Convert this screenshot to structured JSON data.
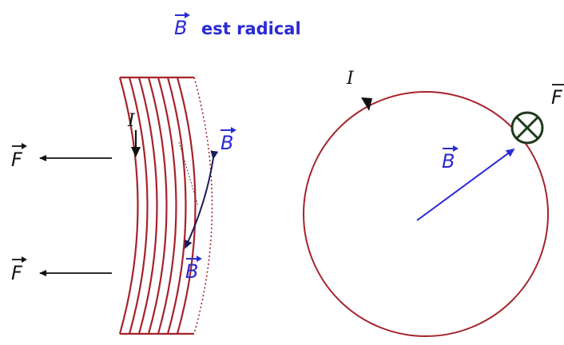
{
  "title": {
    "symbol": "B",
    "text": "est radical"
  },
  "left_figure": {
    "current_label": "I",
    "force_label_top": "F",
    "force_label_bottom": "F",
    "field_label_top": "B",
    "field_label_bottom": "B"
  },
  "right_figure": {
    "current_label": "I",
    "field_label": "B",
    "force_label": "F"
  },
  "colors": {
    "coil": "#a5232a",
    "field": "#2a2ad6",
    "force": "#111111",
    "ring_marker": "#1c3a1c"
  }
}
